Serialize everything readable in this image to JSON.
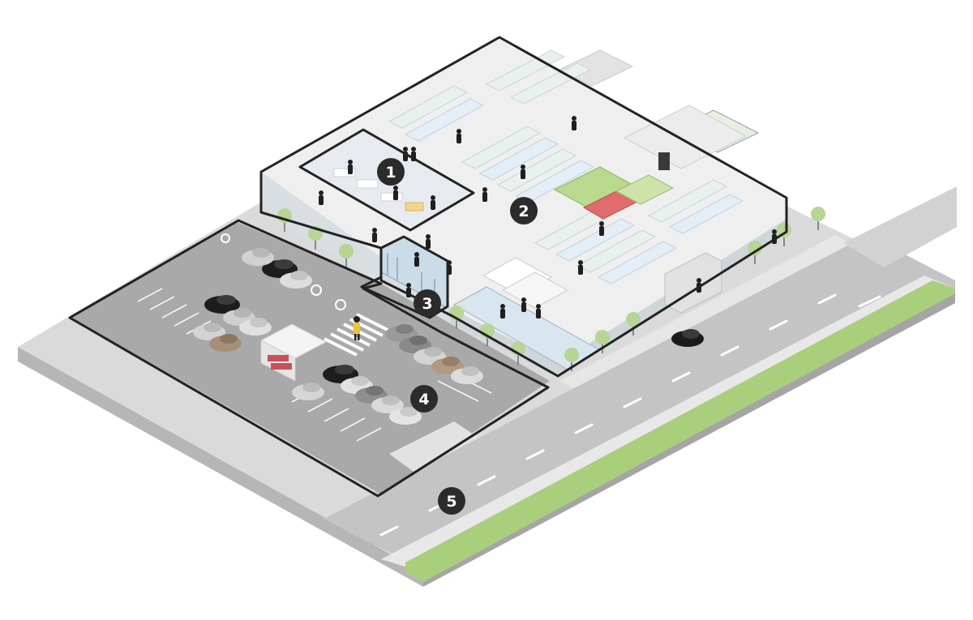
{
  "colors": {
    "background": "#ffffff",
    "ground": "#d9d9d9",
    "ground_side": "#b4b4b4",
    "road": "#bcbcbc",
    "sidewalk": "#e3e3e3",
    "grass": "#a9cf7d",
    "parking": "#a7a7a7",
    "building_floor": "#eeeeee",
    "wall_top": "#dcdcdc",
    "zone_outline": "#222222",
    "marker_fill": "#2b2b2b",
    "marker_text": "#ffffff",
    "car_black": "#1d1d1d",
    "car_silver": "#cfcfcf",
    "person": "#1f1f1f",
    "pedestrian_highlight": "#f2c230"
  },
  "markers": [
    {
      "id": "1",
      "label": "1"
    },
    {
      "id": "2",
      "label": "2"
    },
    {
      "id": "3",
      "label": "3"
    },
    {
      "id": "4",
      "label": "4"
    },
    {
      "id": "5",
      "label": "5"
    }
  ]
}
